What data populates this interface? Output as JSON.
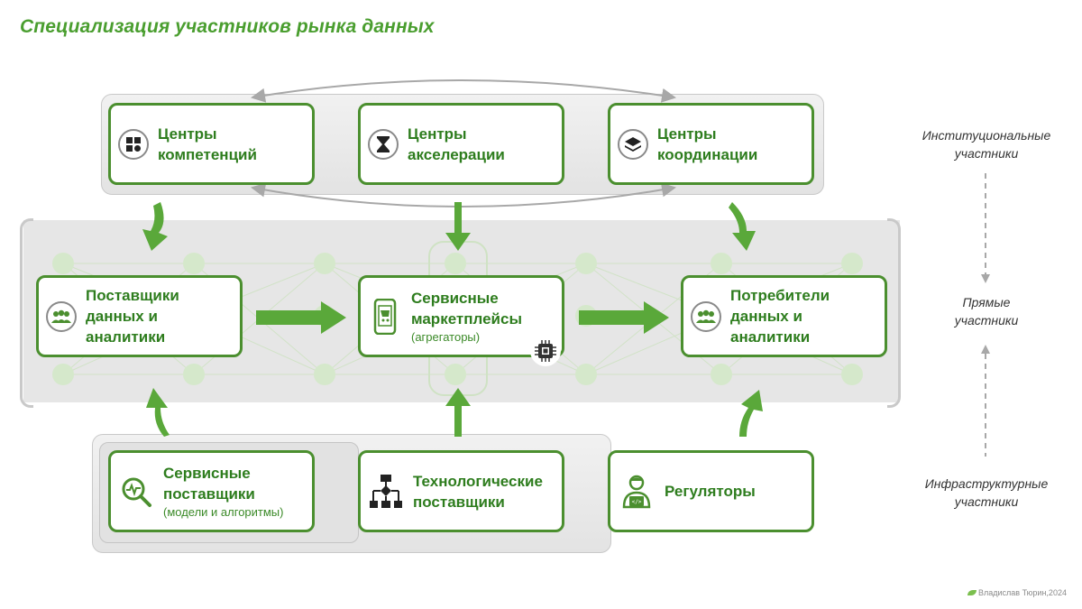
{
  "title": "Специализация  участников рынка данных",
  "boxes": {
    "competence": {
      "line1": "Центры",
      "line2": "компетенций"
    },
    "acceleration": {
      "line1": "Центры",
      "line2": "акселерации"
    },
    "coordination": {
      "line1": "Центры",
      "line2": "координации"
    },
    "suppliers": {
      "line1": "Поставщики",
      "line2": "данных и",
      "line3": "аналитики"
    },
    "marketplaces": {
      "line1": "Сервисные",
      "line2": "маркетплейсы",
      "sub": "(агрегаторы)"
    },
    "consumers": {
      "line1": "Потребители",
      "line2": "данных и",
      "line3": "аналитики"
    },
    "service_providers": {
      "line1": "Сервисные",
      "line2": "поставщики",
      "sub": "(модели и алгоритмы)"
    },
    "tech_providers": {
      "line1": "Технологические",
      "line2": "поставщики"
    },
    "regulators": {
      "line1": "Регуляторы"
    }
  },
  "side_labels": {
    "institutional": {
      "line1": "Институциональные",
      "line2": "участники"
    },
    "direct": {
      "line1": "Прямые",
      "line2": "участники"
    },
    "infrastructure": {
      "line1": "Инфраструктурные",
      "line2": "участники"
    }
  },
  "credit": "Владислав Тюрин,2024",
  "colors": {
    "accent": "#4b8f2f",
    "arrow": "#5aa83a",
    "text_green": "#2e7d1e",
    "panel": "#e6e6e6"
  },
  "icons": [
    "puzzle-icon",
    "hourglass-icon",
    "layers-icon",
    "people-icon",
    "phone-cart-icon",
    "chip-icon",
    "analytics-search-icon",
    "flowchart-icon",
    "developer-icon"
  ]
}
